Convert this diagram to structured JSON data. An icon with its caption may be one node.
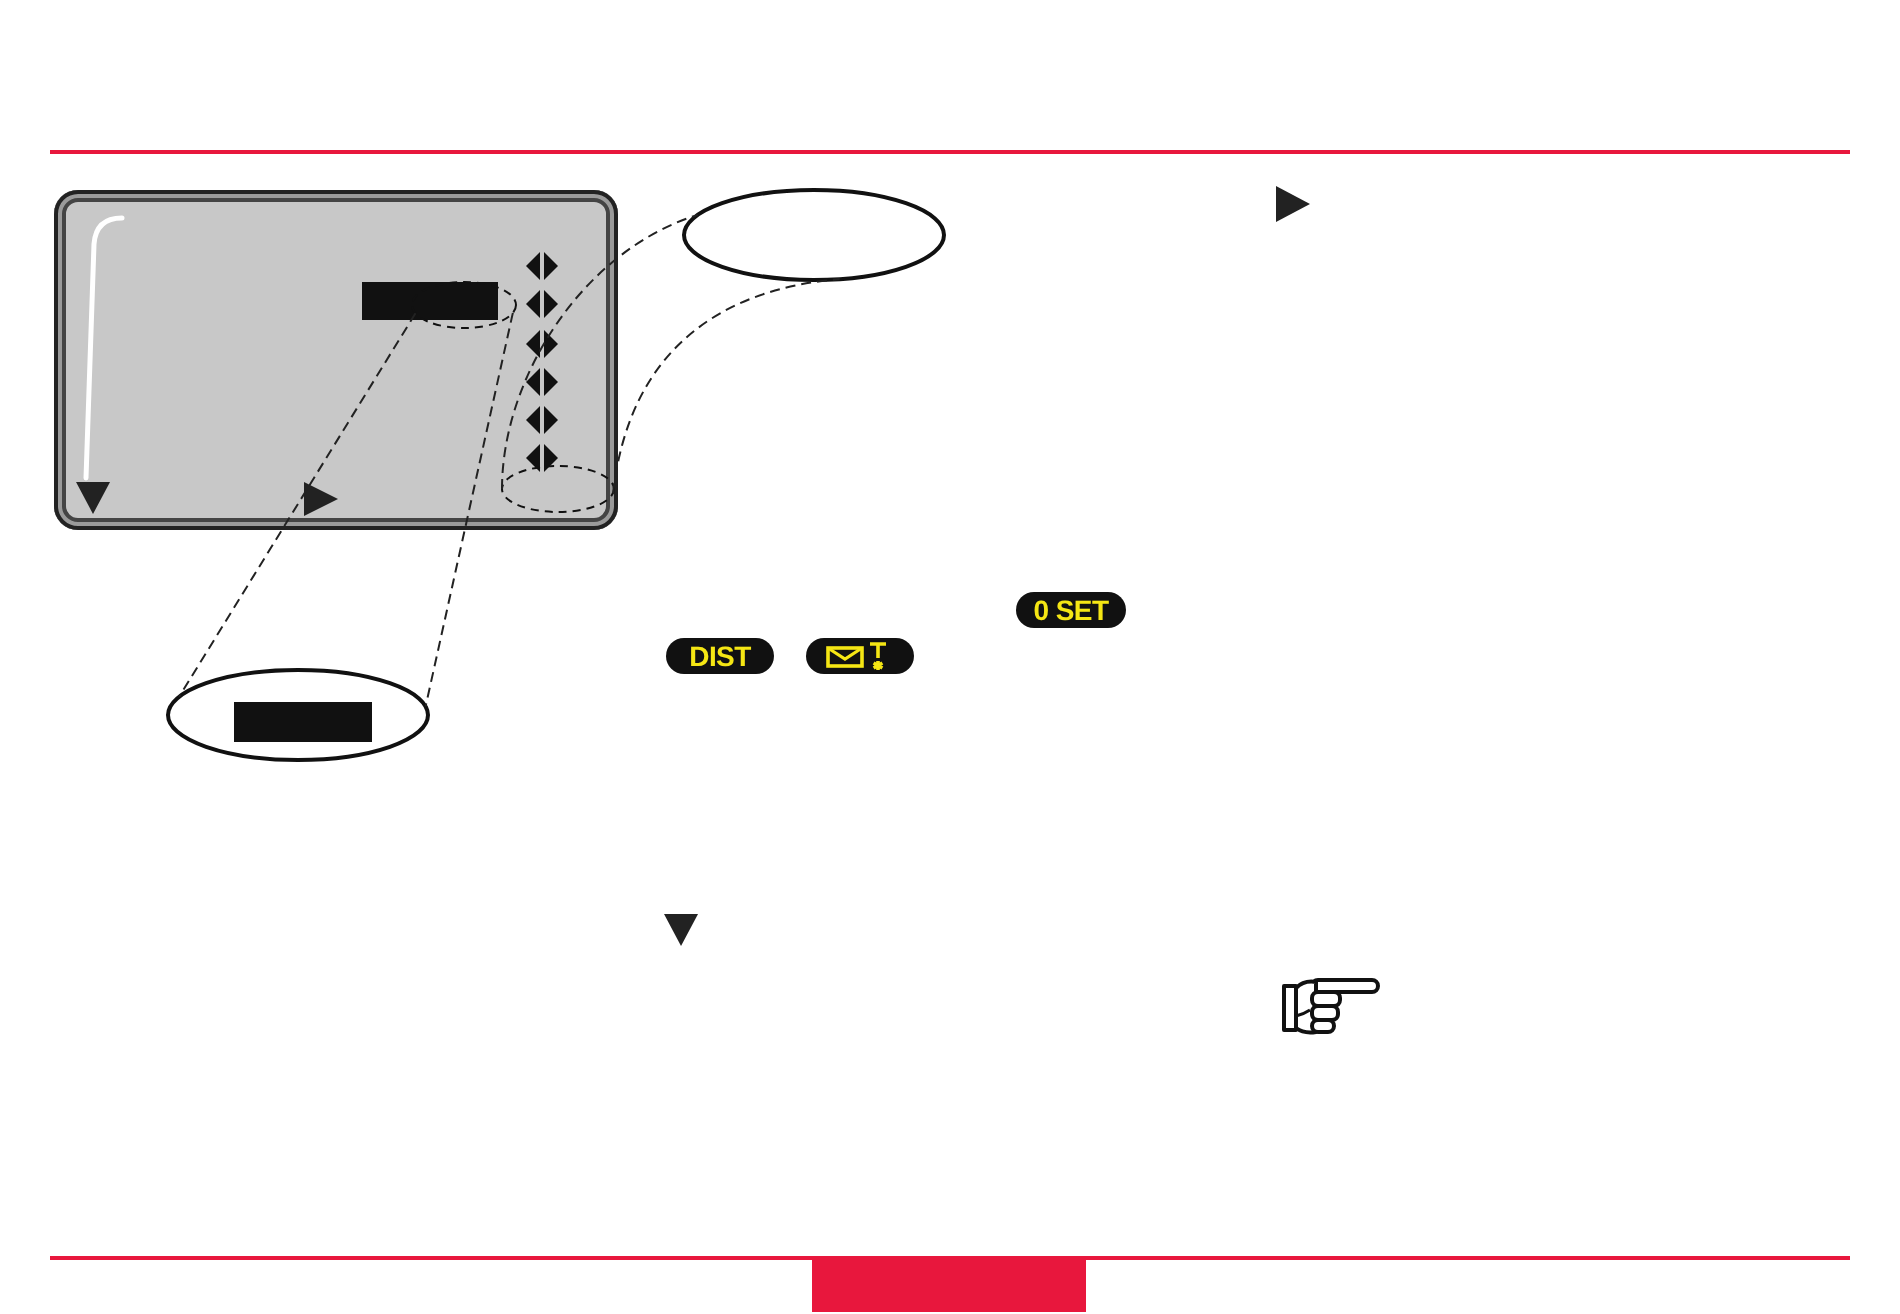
{
  "diagram": {
    "nodes": [
      {
        "text": [],
        "shape": "picture"
      },
      {
        "text": [],
        "shape": "ellipse",
        "in": 0
      },
      {
        "text": [],
        "shape": "ellipse",
        "in": 0
      },
      {
        "text": [],
        "shape": "ellipse"
      },
      {
        "text": [],
        "shape": "ellipse"
      }
    ],
    "edges": [
      {
        "from": 2,
        "to": 3,
        "arrow": "none",
        "style": "dashed"
      },
      {
        "from": 2,
        "to": 3,
        "arrow": "none",
        "style": "dashed"
      },
      {
        "from": 1,
        "to": 4,
        "arrow": "none",
        "style": "dashed"
      },
      {
        "from": 1,
        "to": 4,
        "arrow": "none",
        "style": "dashed"
      }
    ],
    "labels": [
      "0 SET",
      "DIST"
    ]
  }
}
